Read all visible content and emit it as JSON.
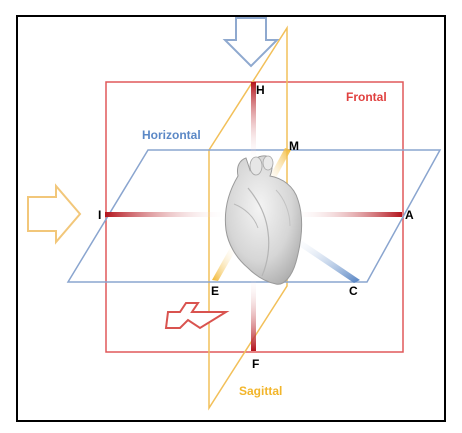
{
  "planes": {
    "frontal": {
      "label": "Frontal",
      "color": "#e0403f"
    },
    "horizontal": {
      "label": "Horizontal",
      "color": "#5b88c6"
    },
    "sagittal": {
      "label": "Sagittal",
      "color": "#f2b52a"
    }
  },
  "points": {
    "H": "H",
    "M": "M",
    "I": "I",
    "A": "A",
    "E": "E",
    "C": "C",
    "F": "F"
  },
  "colors": {
    "border": "#000000",
    "axis_red": "#c0141b",
    "axis_blue": "#5b88c6",
    "axis_yellow": "#f2b52a",
    "arrow_blue": "#8fa9cf",
    "arrow_yellow": "#f2c77a",
    "arrow_red": "#d9534f",
    "heart": "#d9d9d9"
  },
  "icons": {
    "top_arrow": "down-arrow-icon",
    "left_arrow": "right-arrow-icon",
    "bottom_arrow": "diagonal-arrow-icon",
    "heart": "heart-anatomy-icon"
  }
}
